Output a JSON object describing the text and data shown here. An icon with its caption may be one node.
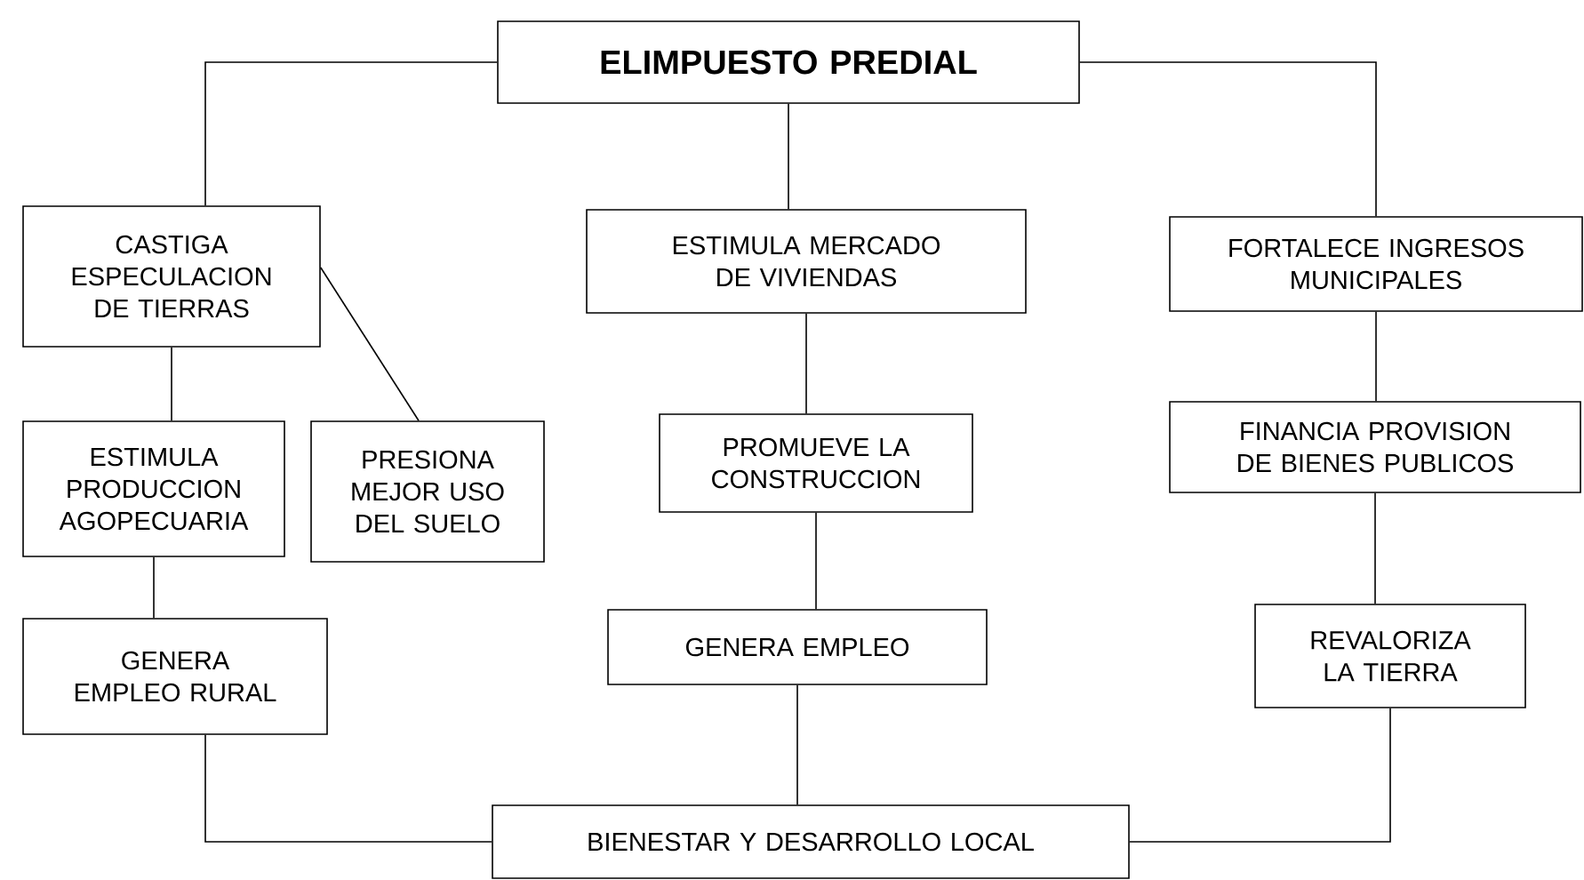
{
  "diagram": {
    "nodes": [
      {
        "text": [
          "ELIMPUESTO PREDIAL"
        ]
      },
      {
        "text": [
          "CASTIGA ESPECULACION DE TIERRAS"
        ]
      },
      {
        "text": [
          "ESTIMULA MERCADO DE VIVIENDAS"
        ]
      },
      {
        "text": [
          "FORTALECE INGRESOS MUNICIPALES"
        ]
      },
      {
        "text": [
          "ESTIMULA PRODUCCION AGOPECUARIA"
        ]
      },
      {
        "text": [
          "PRESIONA MEJOR USO DEL SUELO"
        ]
      },
      {
        "text": [
          "PROMUEVE LA CONSTRUCCION"
        ]
      },
      {
        "text": [
          "FINANCIA PROVISION DE BIENES PUBLICOS"
        ]
      },
      {
        "text": [
          "GENERA EMPLEO RURAL"
        ]
      },
      {
        "text": [
          "GENERA EMPLEO"
        ]
      },
      {
        "text": [
          "REVALORIZA LA TIERRA"
        ]
      },
      {
        "text": [
          "BIENESTAR Y DESARROLLO LOCAL"
        ]
      }
    ],
    "edges": [
      {
        "from": 0,
        "to": 1,
        "arrow": "none"
      },
      {
        "from": 0,
        "to": 2,
        "arrow": "none"
      },
      {
        "from": 0,
        "to": 3,
        "arrow": "none"
      },
      {
        "from": 1,
        "to": 4,
        "arrow": "none"
      },
      {
        "from": 1,
        "to": 5,
        "arrow": "none"
      },
      {
        "from": 2,
        "to": 6,
        "arrow": "none"
      },
      {
        "from": 3,
        "to": 7,
        "arrow": "none"
      },
      {
        "from": 4,
        "to": 8,
        "arrow": "none"
      },
      {
        "from": 6,
        "to": 9,
        "arrow": "none"
      },
      {
        "from": 7,
        "to": 10,
        "arrow": "none"
      },
      {
        "from": 8,
        "to": 11,
        "arrow": "none"
      },
      {
        "from": 9,
        "to": 11,
        "arrow": "none"
      },
      {
        "from": 10,
        "to": 11,
        "arrow": "none"
      }
    ]
  }
}
